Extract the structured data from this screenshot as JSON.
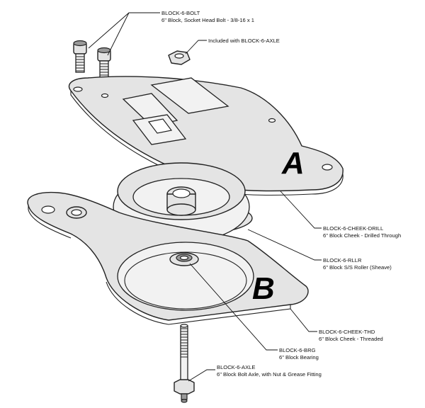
{
  "diagram": {
    "labels": [
      {
        "part": "BLOCK-6-BOLT",
        "desc": "6\" Block, Socket Head Bolt - 3/8-16 x 1"
      },
      {
        "part": "",
        "desc": "Included with BLOCK-6-AXLE"
      },
      {
        "part": "BLOCK-6-CHEEK-DRILL",
        "desc": "6\" Block Cheek - Drilled Through"
      },
      {
        "part": "BLOCK-6-RLLR",
        "desc": "6\" Block S/S Roller (Sheave)"
      },
      {
        "part": "BLOCK-6-CHEEK-THD",
        "desc": "6\" Block Cheek - Threaded"
      },
      {
        "part": "BLOCK-6-BRG",
        "desc": "6\" Block Bearing"
      },
      {
        "part": "BLOCK-6-AXLE",
        "desc": "6\"  Block Bolt Axle, with Nut & Grease Fitting"
      }
    ],
    "callouts": {
      "a": "A",
      "b": "B"
    }
  }
}
